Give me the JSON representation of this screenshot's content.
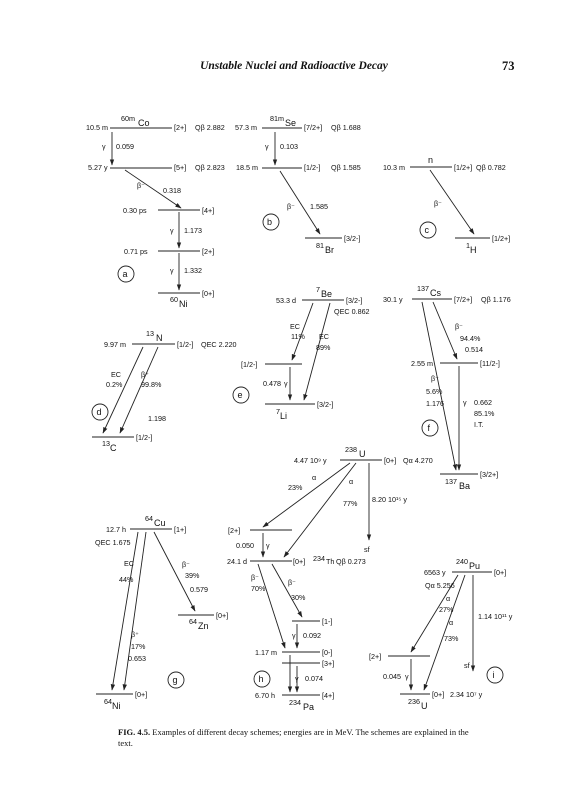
{
  "page": {
    "header_title": "Unstable Nuclei and Radioactive Decay",
    "page_number": "73",
    "caption_label": "FIG. 4.5.",
    "caption_text": "Examples of different decay schemes; energies are in MeV. The schemes are explained in the text."
  },
  "schemes": {
    "a": {
      "panel_label": "a",
      "parent_mass": "60m",
      "parent_symbol": "Co",
      "parent_halflife": "10.5 m",
      "parent_spin": "[2+]",
      "parent_q": "Qβ 2.882",
      "gamma_top_label": "γ",
      "gamma_top_energy": "0.059",
      "level2_halflife": "5.27 y",
      "level2_spin": "[5+]",
      "level2_q": "Qβ 2.823",
      "beta_label": "β⁻",
      "beta_energy": "0.318",
      "level3_halflife": "0.30 ps",
      "level3_spin": "[4+]",
      "gamma_mid_label": "γ",
      "gamma_mid_energy": "1.173",
      "level4_halflife": "0.71 ps",
      "level4_spin": "[2+]",
      "gamma_bottom_label": "γ",
      "gamma_bottom_energy": "1.332",
      "daughter_mass": "60",
      "daughter_symbol": "Ni",
      "daughter_spin": "[0+]"
    },
    "b": {
      "panel_label": "b",
      "parent_mass": "81m",
      "parent_symbol": "Se",
      "parent_halflife": "57.3 m",
      "parent_spin": "[7/2+]",
      "parent_q": "Qβ 1.688",
      "gamma_label": "γ",
      "gamma_energy": "0.103",
      "level2_halflife": "18.5 m",
      "level2_spin": "[1/2-]",
      "level2_q": "Qβ 1.585",
      "beta_label": "β⁻",
      "beta_energy": "1.585",
      "daughter_mass": "81",
      "daughter_symbol": "Br",
      "daughter_spin": "[3/2-]"
    },
    "c": {
      "panel_label": "c",
      "parent_symbol": "n",
      "parent_halflife": "10.3 m",
      "parent_spin": "[1/2+]",
      "parent_q": "Qβ 0.782",
      "beta_label": "β⁻",
      "daughter_mass": "1",
      "daughter_symbol": "H",
      "daughter_spin": "[1/2+]"
    },
    "d": {
      "panel_label": "d",
      "parent_mass": "13",
      "parent_symbol": "N",
      "parent_halflife": "9.97 m",
      "parent_spin": "[1/2-]",
      "parent_q": "QEC 2.220",
      "ec_label": "EC",
      "ec_branch": "0.2%",
      "beta_label": "β⁺",
      "beta_branch": "99.8%",
      "beta_energy": "1.198",
      "daughter_mass": "13",
      "daughter_symbol": "C",
      "daughter_spin": "[1/2-]"
    },
    "e": {
      "panel_label": "e",
      "parent_mass": "7",
      "parent_symbol": "Be",
      "parent_halflife": "53.3 d",
      "parent_spin": "[3/2-]",
      "parent_q": "QEC 0.862",
      "ec1_label": "EC",
      "ec1_branch": "11%",
      "ec2_label": "EC",
      "ec2_branch": "89%",
      "level2_spin": "[1/2-]",
      "gamma_energy": "0.478",
      "gamma_label": "γ",
      "daughter_mass": "7",
      "daughter_symbol": "Li",
      "daughter_spin": "[3/2-]"
    },
    "f": {
      "panel_label": "f",
      "parent_mass": "137",
      "parent_symbol": "Cs",
      "parent_halflife": "30.1 y",
      "parent_spin": "[7/2+]",
      "parent_q": "Qβ 1.176",
      "beta1_label": "β⁻",
      "beta1_branch": "94.4%",
      "beta1_energy": "0.514",
      "level2_halflife": "2.55 m",
      "level2_spin": "[11/2-]",
      "beta2_label": "β⁻",
      "beta2_branch": "5.6%",
      "beta2_energy": "1.176",
      "gamma_label": "γ",
      "gamma_energy": "0.662",
      "gamma_branch": "85.1%",
      "gamma_type": "I.T.",
      "daughter_mass": "137",
      "daughter_symbol": "Ba",
      "daughter_spin": "[3/2+]"
    },
    "g": {
      "panel_label": "g",
      "parent_mass": "64",
      "parent_symbol": "Cu",
      "parent_halflife": "12.7 h",
      "parent_spin": "[1+]",
      "parent_q": "QEC 1.675",
      "ec_label": "EC",
      "ec_branch": "44%",
      "beta_minus_label": "β⁻",
      "beta_minus_branch": "39%",
      "beta_minus_energy": "0.579",
      "zn_spin": "[0+]",
      "zn_mass": "64",
      "zn_symbol": "Zn",
      "beta_plus_label": "β⁺",
      "beta_plus_branch": "17%",
      "beta_plus_energy": "0.653",
      "ni_spin": "[0+]",
      "ni_mass": "64",
      "ni_symbol": "Ni"
    },
    "h": {
      "panel_label": "h",
      "u_mass": "238",
      "u_symbol": "U",
      "u_halflife": "4.47 10⁹ y",
      "u_spin": "[0+]",
      "u_q": "Qα 4.270",
      "alpha1_label": "α",
      "alpha1_branch": "23%",
      "alpha2_label": "α",
      "alpha2_branch": "77%",
      "sf_halflife": "8.20 10¹⁵ y",
      "sf_label": "sf",
      "th_excited_spin": "[2+]",
      "th_gamma_energy": "0.050",
      "th_gamma_label": "γ",
      "th_halflife": "24.1 d",
      "th_spin": "[0+]",
      "th_mass": "234",
      "th_symbol": "Th",
      "th_q": "Qβ 0.273",
      "beta1_label": "β⁻",
      "beta1_branch": "70%",
      "beta2_label": "β⁻",
      "beta2_branch": "30%",
      "pa_level_spin": "[1-]",
      "pa_gamma1_label": "γ",
      "pa_gamma1_energy": "0.092",
      "pa_m_halflife": "1.17 m",
      "pa_m_spin": "[0-]",
      "pa_level3_spin": "[3+]",
      "pa_gamma2_label": "γ",
      "pa_gamma2_energy": "0.074",
      "pa_halflife": "6.70 h",
      "pa_spin": "[4+]",
      "pa_mass": "234",
      "pa_symbol": "Pa"
    },
    "i": {
      "panel_label": "i",
      "pu_halflife": "6563 y",
      "pu_mass": "240",
      "pu_symbol": "Pu",
      "pu_spin": "[0+]",
      "pu_q": "Qα 5.256",
      "alpha1_label": "α",
      "alpha1_branch": "27%",
      "alpha2_label": "α",
      "alpha2_branch": "73%",
      "sf_halflife": "1.14 10¹¹ y",
      "sf_label": "sf",
      "u_excited_spin": "[2+]",
      "gamma_energy": "0.045",
      "gamma_label": "γ",
      "u_spin": "[0+]",
      "u_halflife": "2.34 10⁷ y",
      "u_mass": "236",
      "u_symbol": "U"
    }
  }
}
